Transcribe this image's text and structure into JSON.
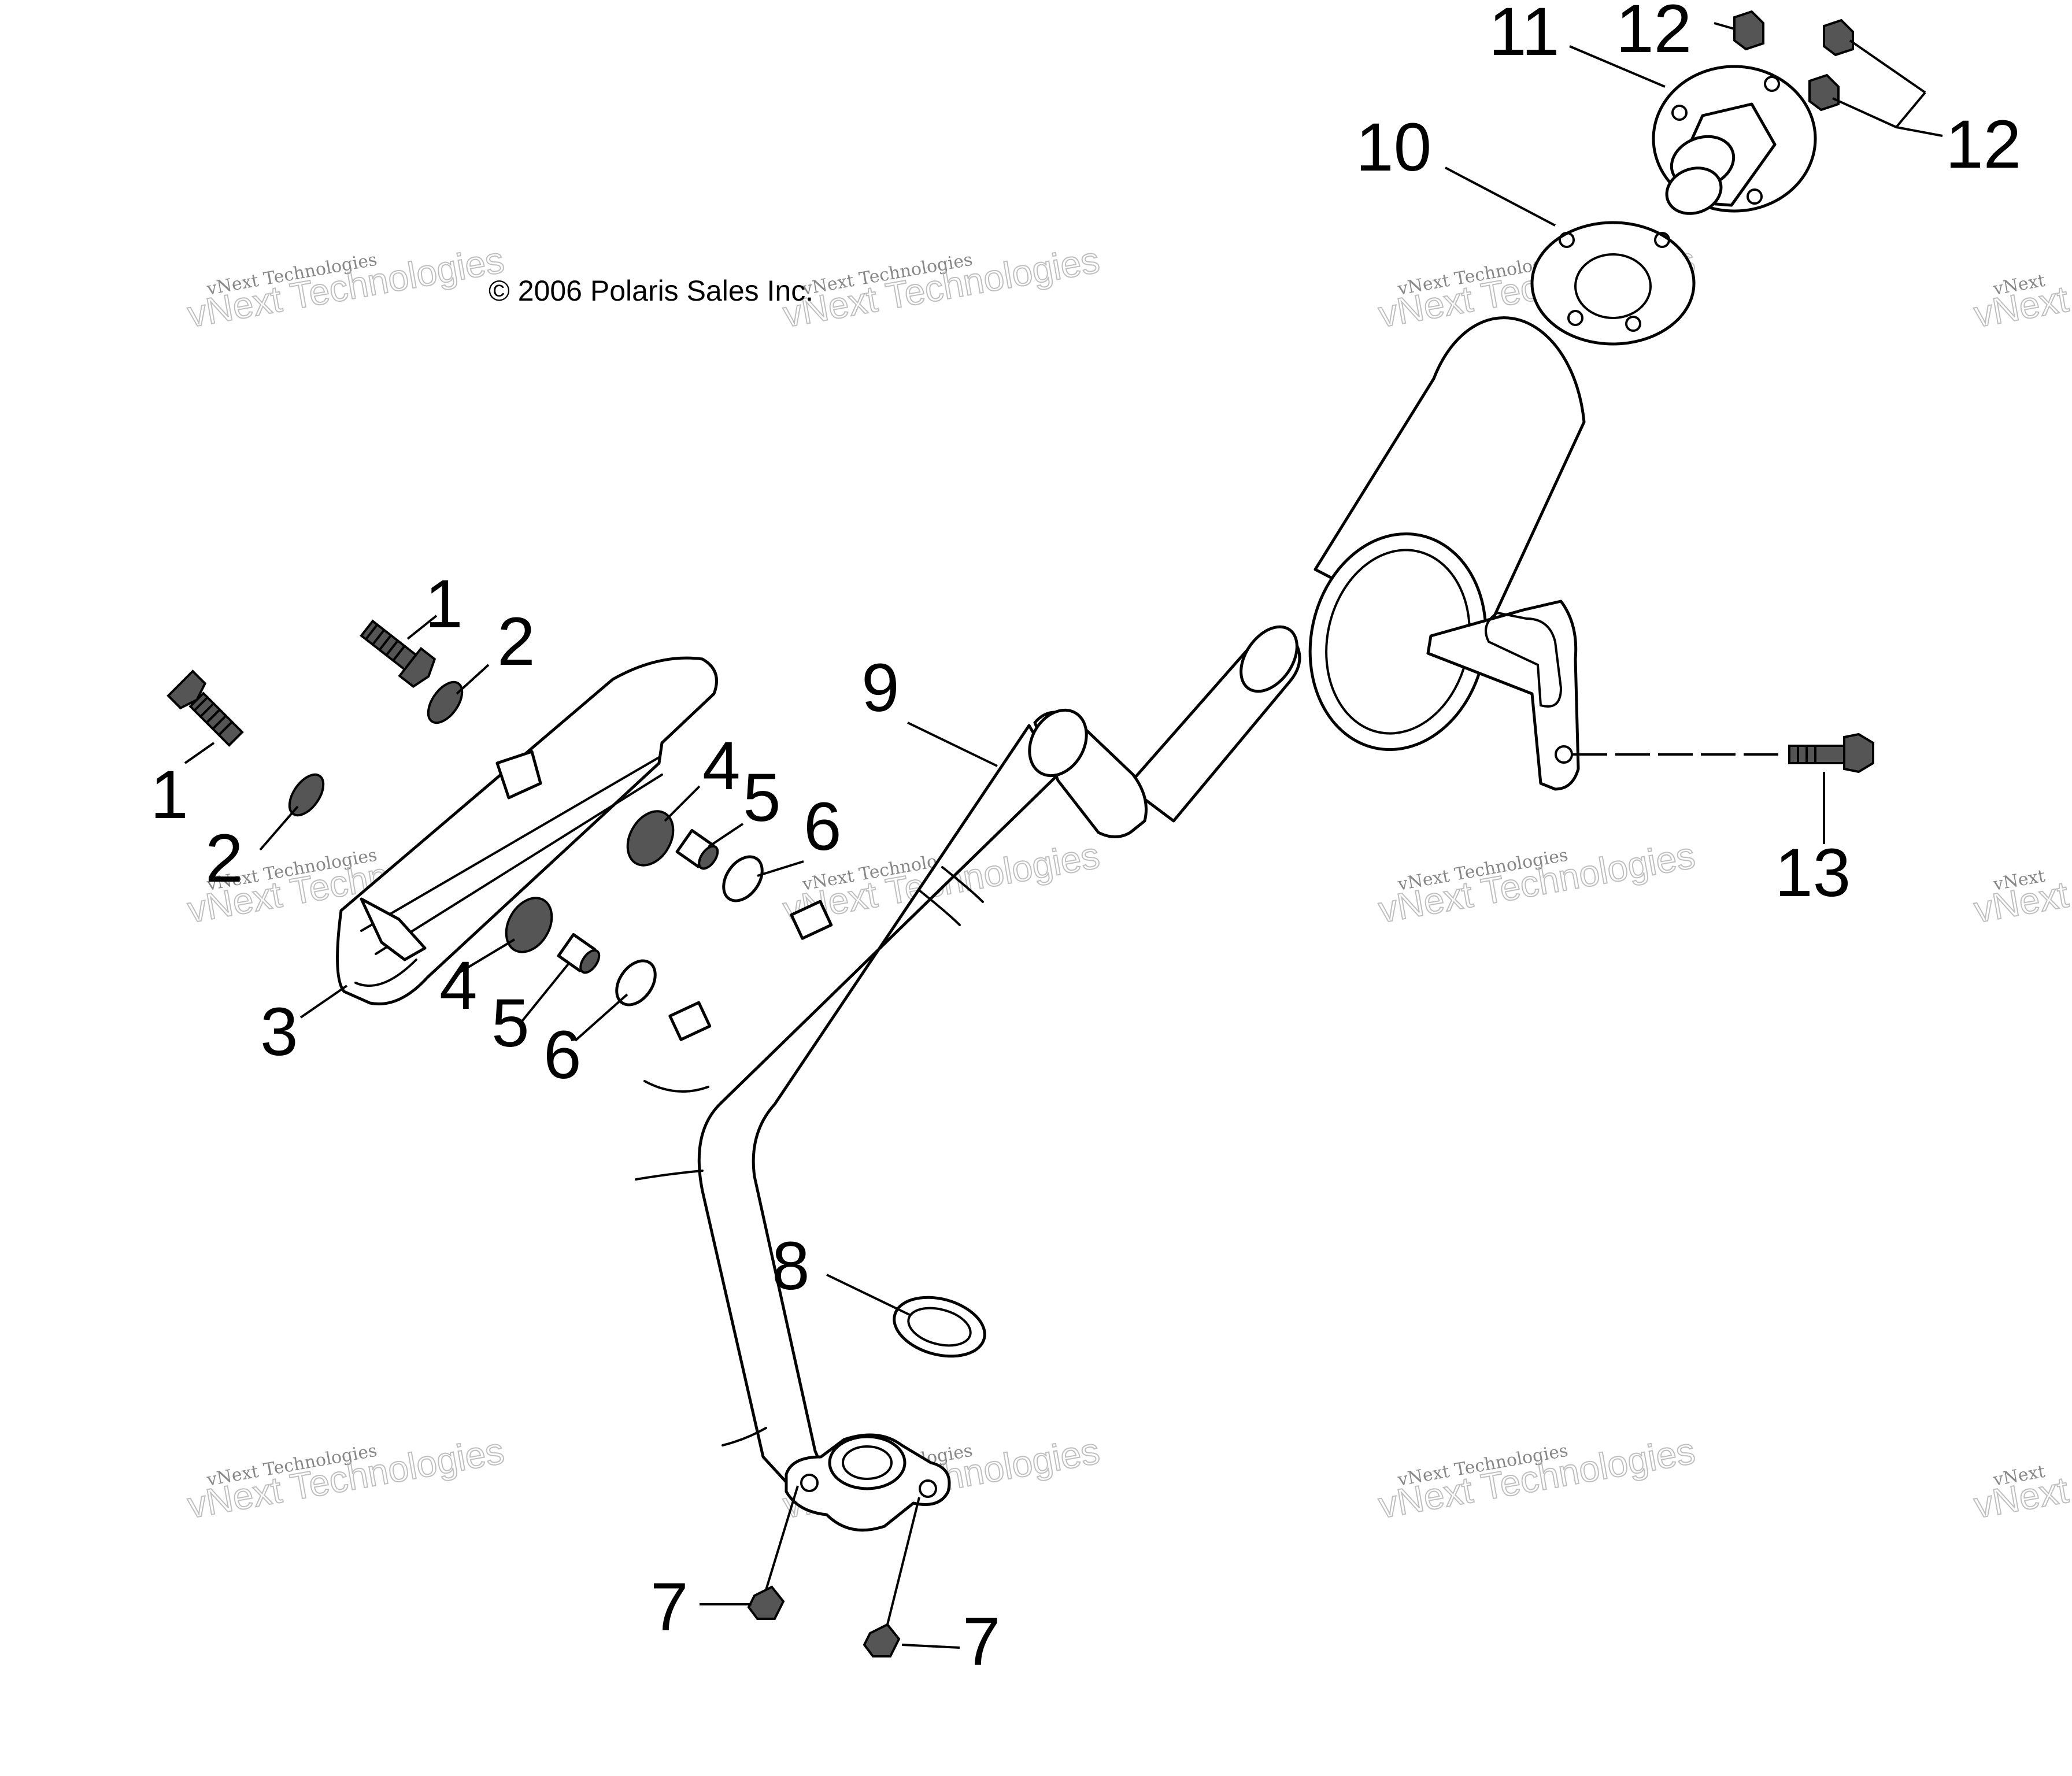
{
  "copyright": "© 2006 Polaris Sales Inc.",
  "watermark": {
    "line1": "vNext Technologies",
    "line2": "vNext Technologies",
    "line3": "vNext"
  },
  "callouts": {
    "c1a": "1",
    "c1b": "1",
    "c2a": "2",
    "c2b": "2",
    "c3": "3",
    "c4a": "4",
    "c4b": "4",
    "c5a": "5",
    "c5b": "5",
    "c6a": "6",
    "c6b": "6",
    "c7a": "7",
    "c7b": "7",
    "c8": "8",
    "c9": "9",
    "c10": "10",
    "c11": "11",
    "c12a": "12",
    "c12b": "12",
    "c13": "13"
  }
}
